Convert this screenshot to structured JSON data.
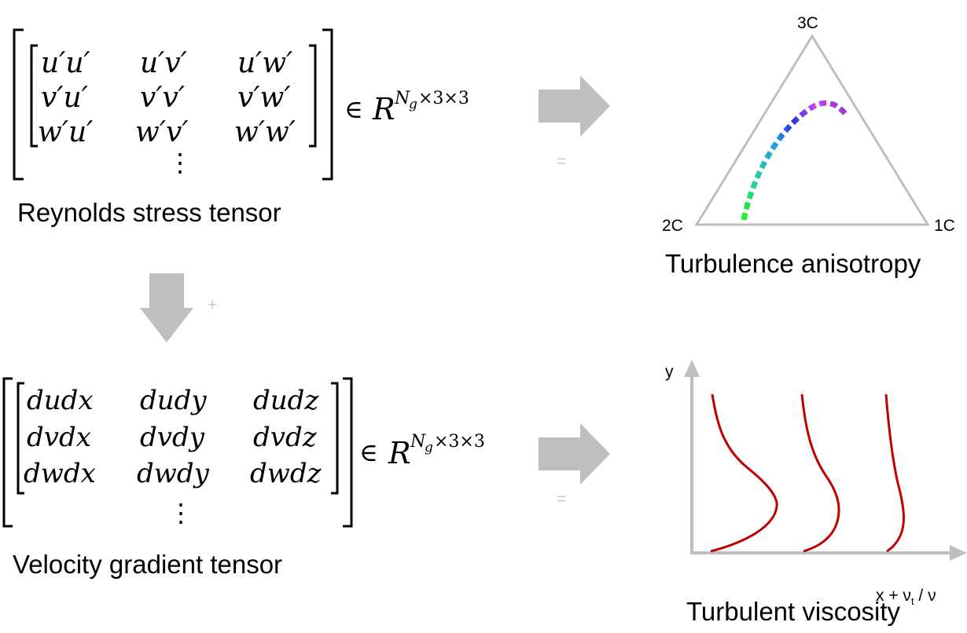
{
  "reynolds": {
    "rows": [
      [
        "u′u′",
        "u′v′",
        "u′w′"
      ],
      [
        "v′u′",
        "v′v′",
        "v′w′"
      ],
      [
        "w′u′",
        "w′v′",
        "w′w′"
      ]
    ],
    "vdots": "⋮",
    "member": "∈",
    "space_base": "R",
    "space_sub_sup": "N",
    "space_sub": "g",
    "space_exp": "×3×3",
    "caption": "Reynolds stress tensor"
  },
  "gradient": {
    "rows": [
      [
        "dudx",
        "dudy",
        "dudz"
      ],
      [
        "dvdx",
        "dvdy",
        "dvdz"
      ],
      [
        "dwdx",
        "dwdy",
        "dwdz"
      ]
    ],
    "vdots": "⋮",
    "member": "∈",
    "space_base": "R",
    "space_sub_sup": "N",
    "space_sub": "g",
    "space_exp": "×3×3",
    "caption": "Velocity gradient tensor"
  },
  "operators": {
    "equals_top": "=",
    "plus": "+",
    "equals_bottom": "="
  },
  "anisotropy": {
    "vertex_top": "3C",
    "vertex_left": "2C",
    "vertex_right": "1C",
    "caption": "Turbulence anisotropy",
    "gradient_colors": [
      "#22ee22",
      "#22ccaa",
      "#2299ee",
      "#2233dd",
      "#cc44ee",
      "#8833cc"
    ]
  },
  "viscosity": {
    "y_label": "y",
    "x_label_pre": "x + ν",
    "x_label_sub": "t",
    "x_label_post": " / ν",
    "caption": "Turbulent viscosity",
    "curve_color": "#c00000"
  },
  "colors": {
    "arrow": "#bfbfbf",
    "triangle": "#bfbfbf"
  }
}
